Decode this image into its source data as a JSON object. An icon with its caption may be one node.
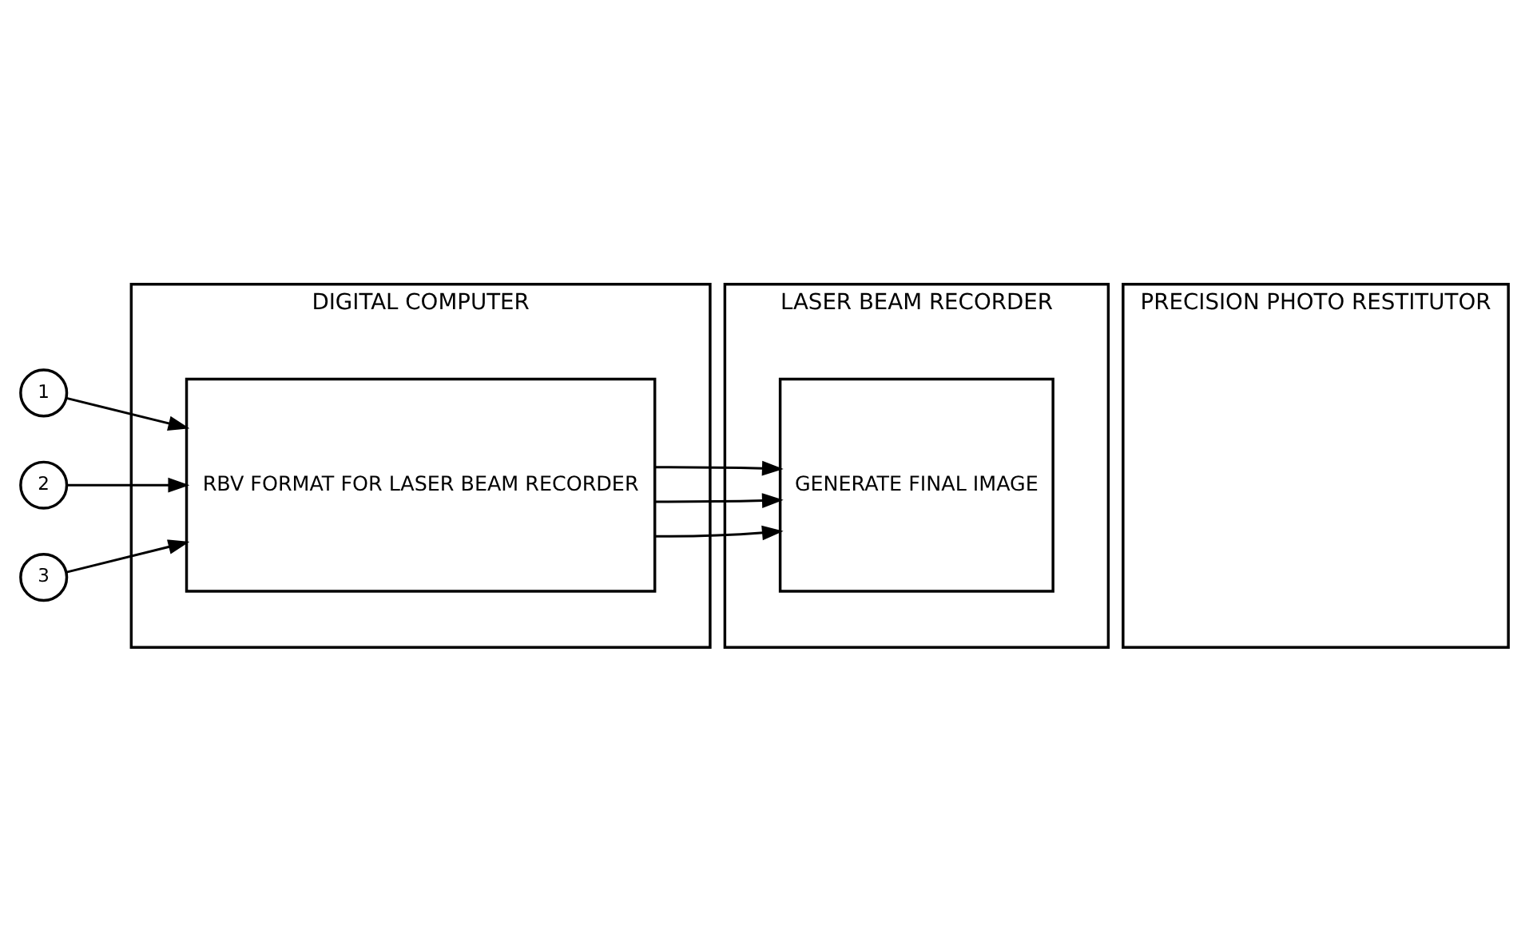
{
  "diagram": {
    "nodes": [
      {
        "text": [
          "DIGITAL COMPUTER"
        ]
      },
      {
        "text": [
          "LASER BEAM RECORDER"
        ]
      },
      {
        "text": [
          "PRECISION PHOTO RESTITUTOR"
        ]
      },
      {
        "text": [
          "1"
        ]
      },
      {
        "text": [
          "2"
        ]
      },
      {
        "text": [
          "3"
        ]
      },
      {
        "text": [
          "RBV FORMAT FOR LASER BEAM RECORDER"
        ],
        "in": 0
      },
      {
        "text": [
          "GENERATE FINAL IMAGE"
        ],
        "in": 1
      }
    ],
    "edges": [
      {
        "from": 3,
        "to": 6,
        "arrow": "to"
      },
      {
        "from": 4,
        "to": 6,
        "arrow": "to"
      },
      {
        "from": 5,
        "to": 6,
        "arrow": "to"
      },
      {
        "from": 6,
        "to": 7,
        "arrow": "to"
      },
      {
        "from": 6,
        "to": 7,
        "arrow": "to"
      },
      {
        "from": 6,
        "to": 7,
        "arrow": "to"
      }
    ]
  }
}
